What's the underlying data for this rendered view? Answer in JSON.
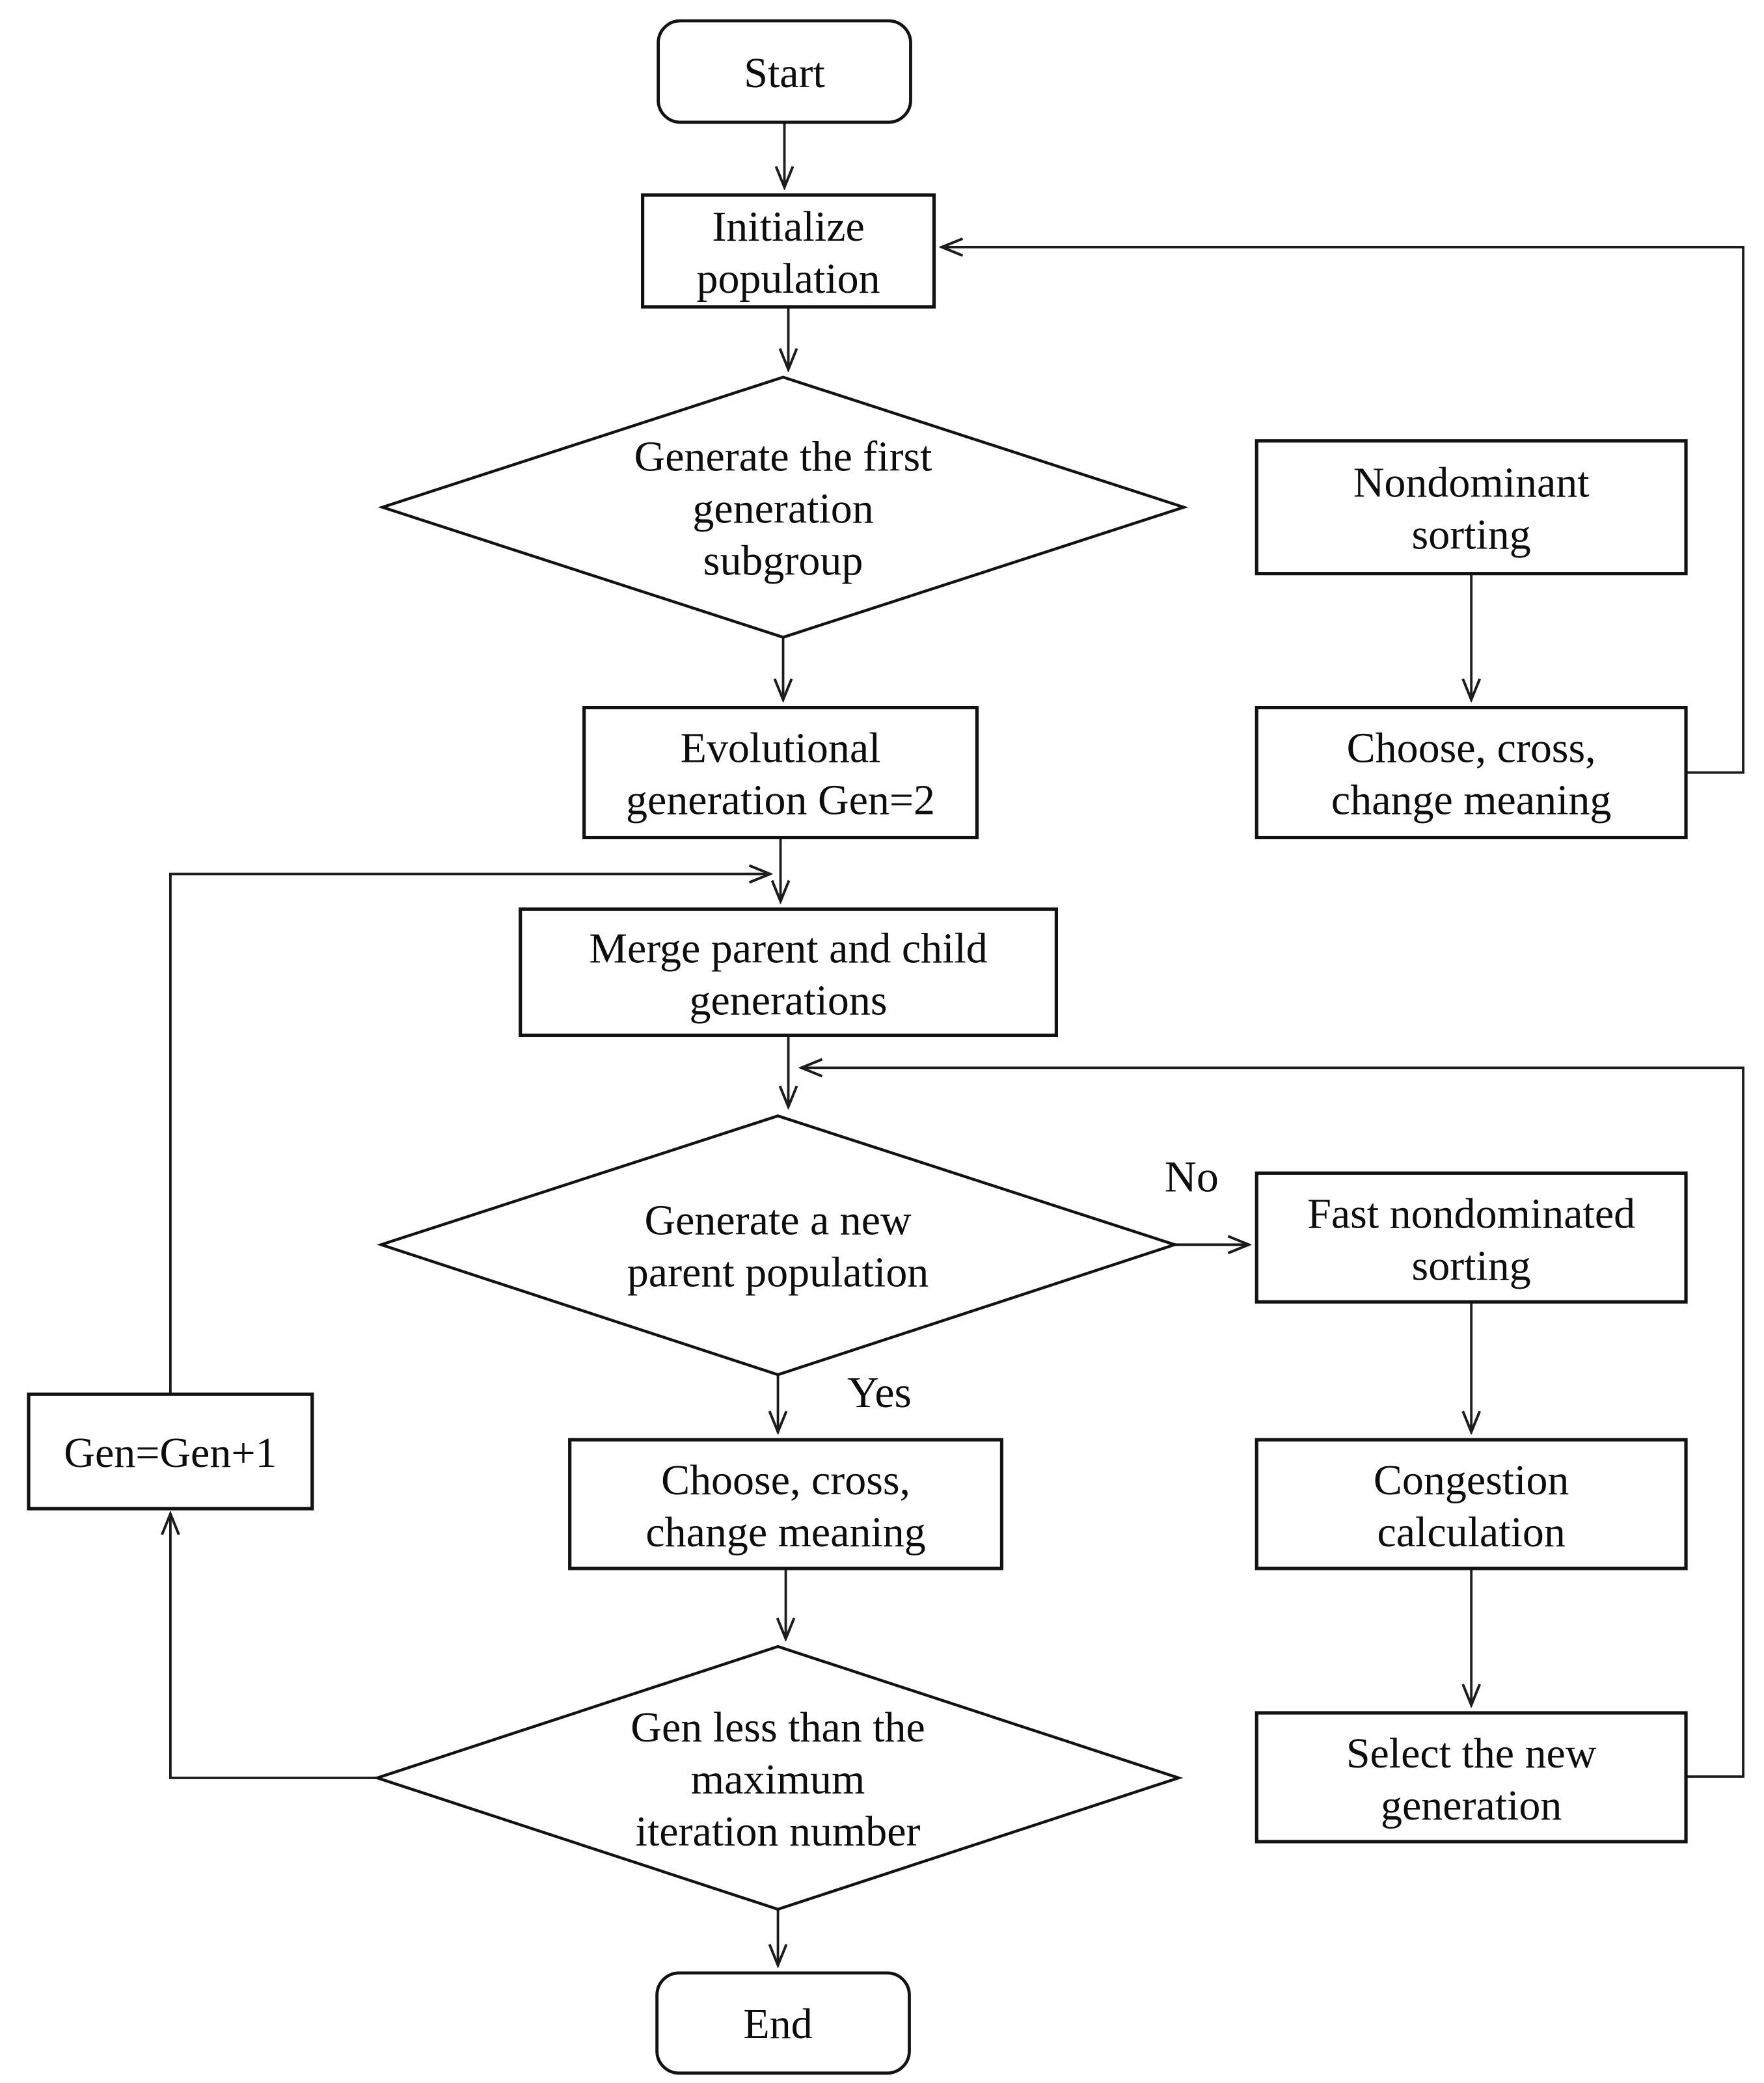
{
  "figure": {
    "type": "flowchart",
    "background": "#ffffff",
    "line_color": "#1c1c1c",
    "text_color": "#0d0d0d"
  },
  "labels": {
    "yes": "Yes",
    "no": "No"
  },
  "nodes": {
    "start": {
      "shape": "terminator",
      "label": "Start"
    },
    "initialize": {
      "shape": "process",
      "lines": [
        "Initialize",
        "population"
      ]
    },
    "first_gen": {
      "shape": "decision",
      "lines": [
        "Generate the first",
        "generation",
        "subgroup"
      ]
    },
    "nondominant": {
      "shape": "process",
      "lines": [
        "Nondominant",
        "sorting"
      ]
    },
    "evolutional": {
      "shape": "process",
      "lines": [
        "Evolutional",
        "generation Gen=2"
      ]
    },
    "choose_top": {
      "shape": "process",
      "lines": [
        "Choose, cross,",
        "change meaning"
      ]
    },
    "merge": {
      "shape": "process",
      "lines": [
        "Merge parent and child",
        "generations"
      ]
    },
    "new_parent": {
      "shape": "decision",
      "lines": [
        "Generate a new",
        "parent population"
      ]
    },
    "fast_sort": {
      "shape": "process",
      "lines": [
        "Fast nondominated",
        "sorting"
      ]
    },
    "gen_inc": {
      "shape": "process",
      "label": "Gen=Gen+1"
    },
    "choose_mid": {
      "shape": "process",
      "lines": [
        "Choose, cross,",
        "change meaning"
      ]
    },
    "congestion": {
      "shape": "process",
      "lines": [
        "Congestion",
        "calculation"
      ]
    },
    "iter_check": {
      "shape": "decision",
      "lines": [
        "Gen less than the",
        "maximum",
        "iteration number"
      ]
    },
    "select_new": {
      "shape": "process",
      "lines": [
        "Select the new",
        "generation"
      ]
    },
    "end": {
      "shape": "terminator",
      "label": "End"
    }
  }
}
